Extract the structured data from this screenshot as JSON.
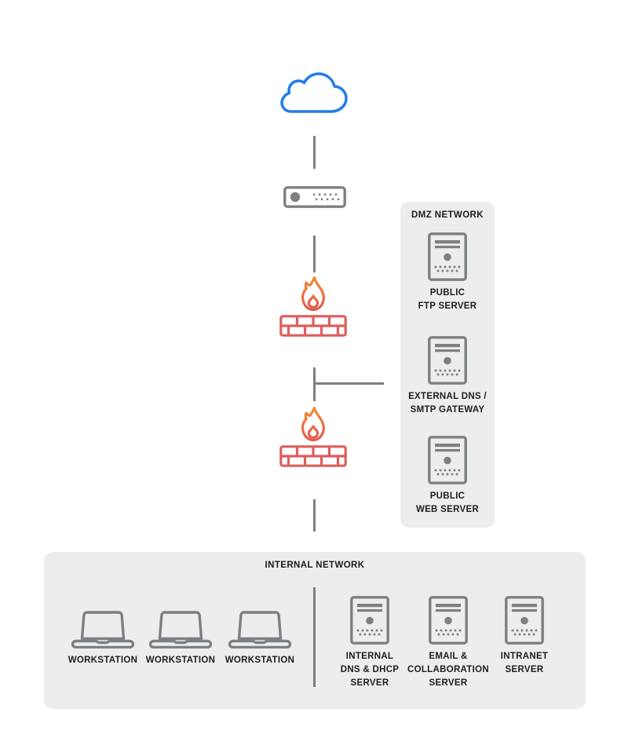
{
  "colors": {
    "cloud_blue": "#1E7EE3",
    "device_gray": "#7B8084",
    "connector_gray": "#7B8084",
    "brick_red": "#DD5E5B",
    "flame_top": "#F2912E",
    "flame_bottom": "#E0564F",
    "panel_bg": "#EDEDED",
    "label_text": "#1D1D1B"
  },
  "nodes": {
    "internet": {
      "icon": "cloud-icon"
    },
    "router": {
      "icon": "router-icon"
    },
    "outer_firewall": {
      "icon": "firewall-icon"
    },
    "inner_firewall": {
      "icon": "firewall-icon"
    }
  },
  "dmz": {
    "title": "DMZ NETWORK",
    "servers": [
      {
        "icon": "server-icon",
        "label": "PUBLIC\nFTP SERVER"
      },
      {
        "icon": "server-icon",
        "label": "EXTERNAL DNS /\nSMTP GATEWAY"
      },
      {
        "icon": "server-icon",
        "label": "PUBLIC\nWEB SERVER"
      }
    ]
  },
  "internal": {
    "title": "INTERNAL NETWORK",
    "workstations": [
      {
        "icon": "laptop-icon",
        "label": "WORKSTATION"
      },
      {
        "icon": "laptop-icon",
        "label": "WORKSTATION"
      },
      {
        "icon": "laptop-icon",
        "label": "WORKSTATION"
      }
    ],
    "servers": [
      {
        "icon": "server-icon",
        "label": "INTERNAL\nDNS & DHCP\nSERVER"
      },
      {
        "icon": "server-icon",
        "label": "EMAIL &\nCOLLABORATION\nSERVER"
      },
      {
        "icon": "server-icon",
        "label": "INTRANET\nSERVER"
      }
    ]
  }
}
